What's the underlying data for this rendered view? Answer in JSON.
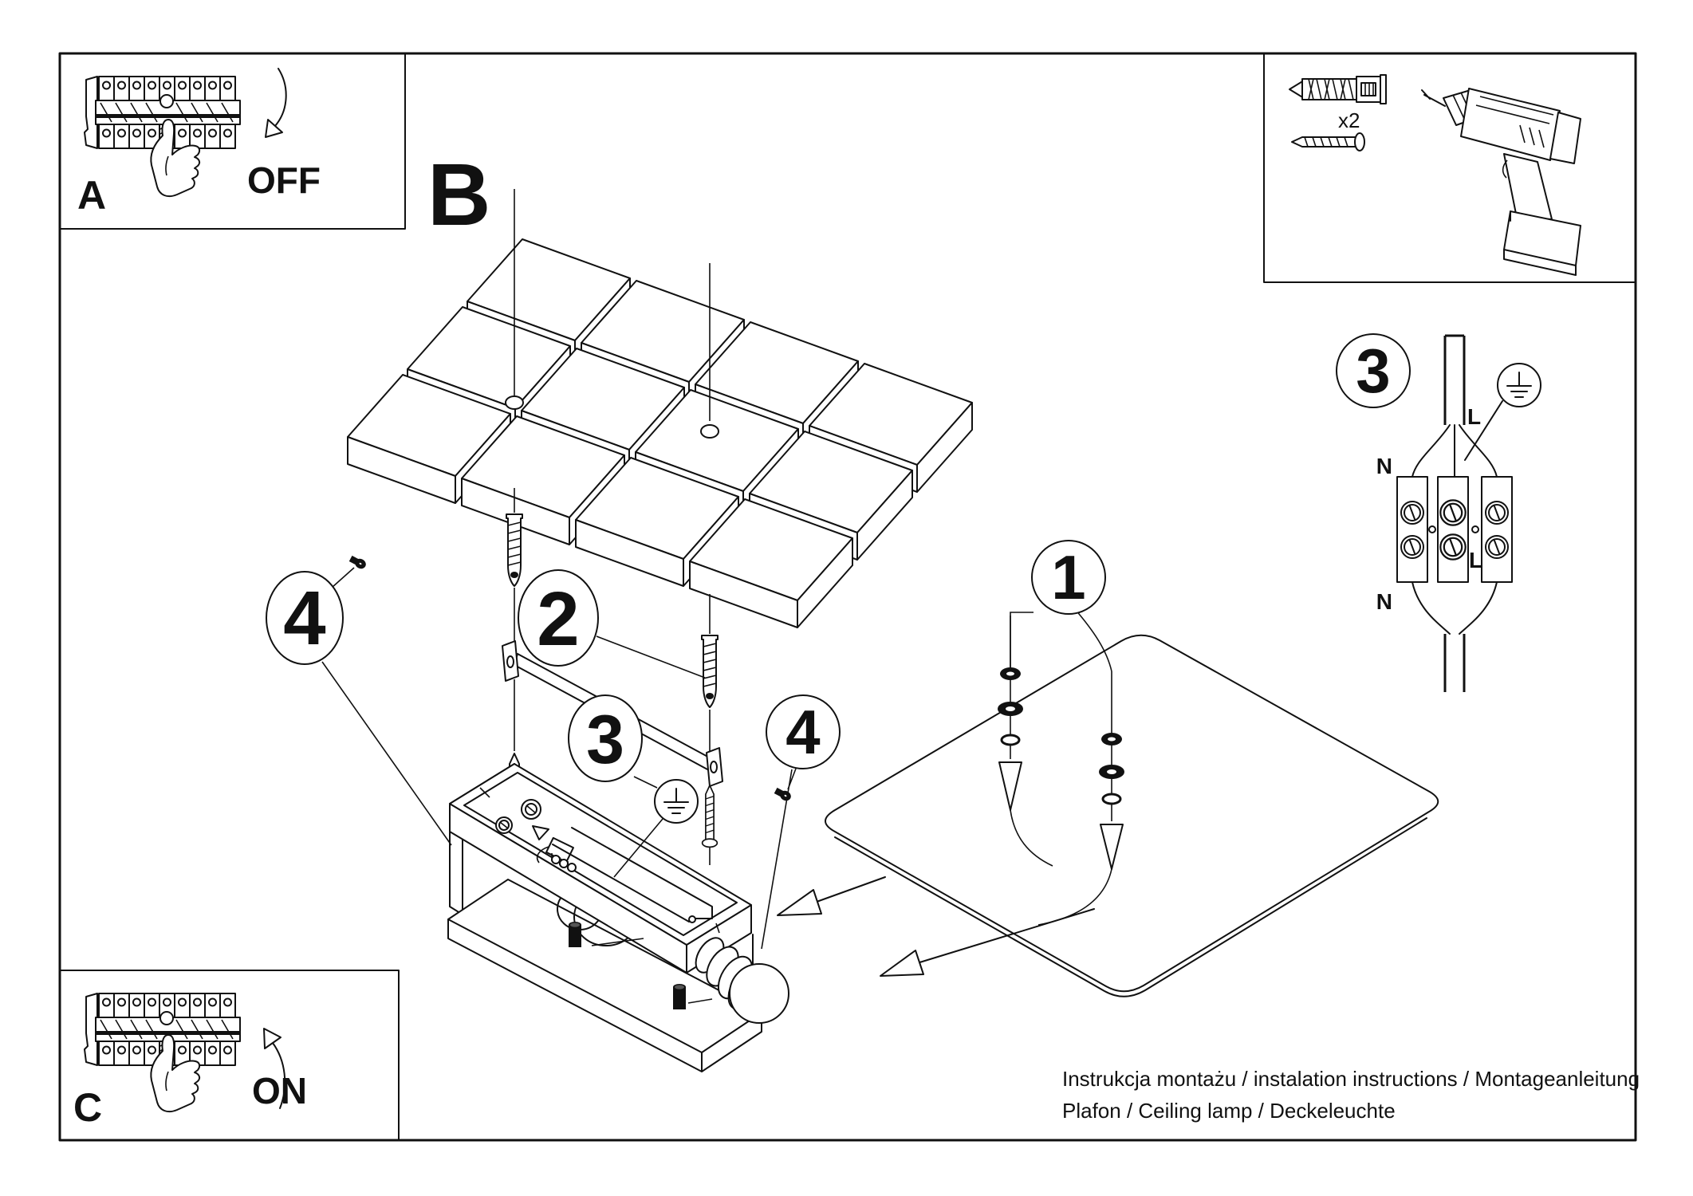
{
  "page": {
    "background": "#ffffff",
    "ink": "#111111"
  },
  "steps": {
    "a": "A",
    "b": "B",
    "c": "C"
  },
  "switch": {
    "off_label": "OFF",
    "on_label": "ON"
  },
  "tools": {
    "anchor_count": "x2"
  },
  "callouts": {
    "c1": "1",
    "c2": "2",
    "c3": "3",
    "c4": "4"
  },
  "wiring": {
    "step": "3",
    "neutral_top": "N",
    "neutral_bottom": "N",
    "live_top": "L",
    "live_bottom": "L"
  },
  "instructions": {
    "line1": "Instrukcja montażu / instalation instructions / Montageanleitung",
    "line2": "Plafon / Ceiling lamp / Deckeleuchte"
  }
}
